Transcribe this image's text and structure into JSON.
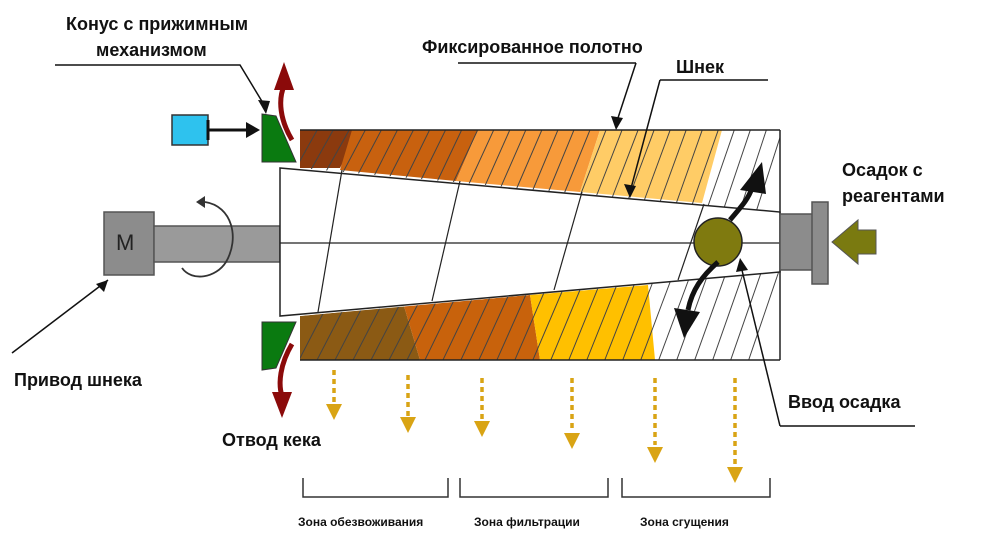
{
  "labels": {
    "cone_line1": "Конус с прижимным",
    "cone_line2": "механизмом",
    "fixed_belt": "Фиксированное полотно",
    "screw": "Шнек",
    "sludge_line1": "Осадок с",
    "sludge_line2": "реагентами",
    "motor": "M",
    "screw_drive": "Привод шнека",
    "sludge_inlet": "Ввод осадка",
    "cake_discharge": "Отвод кека"
  },
  "zones": [
    "Зона обезвоживания",
    "Зона фильтрации",
    "Зона сгущения"
  ],
  "colors": {
    "zone1": "#8B3A0E",
    "zone2": "#C8610F",
    "zone3": "#F79A3A",
    "zone4": "#FFCC66",
    "bottom1": "#8B5A14",
    "bottom2": "#C8620C",
    "bottom3": "#FFC000",
    "cone": "#0A7A10",
    "cylinder": "#2EC2EE",
    "motor": "#8C8C8C",
    "arrow_cake": "#8B0A0A",
    "filtrate": "#D9A414",
    "inlet_arrow": "#7A7A10",
    "inlet_ball": "#7F7A0F"
  },
  "icons": {
    "rotation": "rotation-arrow-icon",
    "inlet": "inlet-arrow-icon",
    "flow": "flow-arrow-icon"
  }
}
